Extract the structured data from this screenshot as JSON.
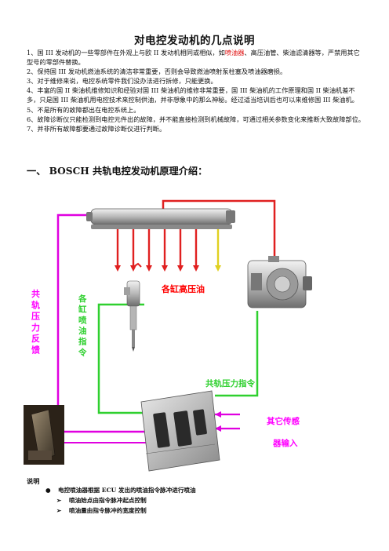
{
  "title": "对电控发动机的几点说明",
  "notes": {
    "n1_a": "1、国 III 发动机的一些零部件在外观上与欧 II 发动机相同或相似，如",
    "n1_b": "喷油器",
    "n1_c": "、高压油管、柴油滤清器等，严禁用其它型号的零部件替换。",
    "n2": "2、保持国 III 发动机燃油系统的清洁非常重要，否则会导致燃油喷射泵柱塞及喷油器磨损。",
    "n3": "3、对于维修来说，电控系统零件我们没办法进行拆修，只能更换。",
    "n4": "4、丰富的国 II 柴油机维修知识和经验对国 III 柴油机的维修非常重要，国 III 柴油机的工作原理和国 II 柴油机差不多，只是国 III 柴油机用电控技术来控制供油，并非想象中的那么神秘。经过适当培训后也可以来维修国 III 柴油机。",
    "n5": "5、不是所有的故障都出在电控系统上。",
    "n6": "6、故障诊断仪只能检测到电控元件出的故障，并不能直接检测到机械故障，可通过相关参数变化来推断大致故障部位。",
    "n7": "7、并非所有故障都要通过故障诊断仪进行判断。"
  },
  "section_title": "一、 BOSCH 共轨电控发动机原理介绍：",
  "diagram": {
    "label_cylinder_pressure": "各缸高压油",
    "label_rail_feedback": "共轨压力反馈",
    "label_injector_cmd": "各缸喷油指令",
    "label_rail_cmd": "共轨压力指令",
    "label_other_sensors_1": "其它传感",
    "label_other_sensors_2": "器输入",
    "colors": {
      "red": "#e02020",
      "magenta": "#e000e0",
      "green": "#2fd02f",
      "label_red": "#ff0000",
      "label_magenta": "#ff00ff"
    }
  },
  "legend": {
    "title": "说明",
    "bullet1": "电控喷油器根据 ECU 发出的喷油指令脉冲进行喷油",
    "sub1": "喷油始点由指令脉冲起点控制",
    "sub2": "喷油量由指令脉冲的宽度控制"
  }
}
